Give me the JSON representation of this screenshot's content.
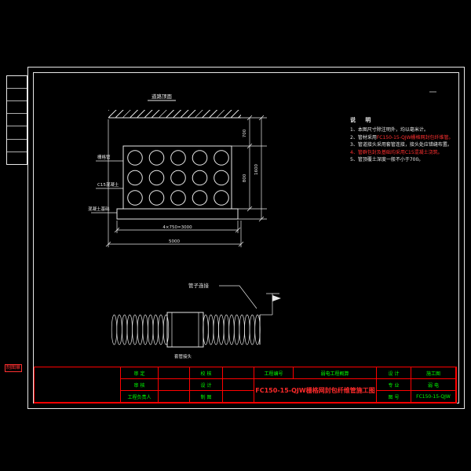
{
  "colors": {
    "background": "#000000",
    "line": "#e8e8e8",
    "red": "#ff2a2a",
    "green": "#00ff00"
  },
  "section_view": {
    "title": "道路顶面",
    "leader_labels": [
      "栅格管",
      "C15混凝土",
      "混凝土基础"
    ],
    "dims": {
      "cover": "700",
      "bank_height": "800",
      "total_height": "1600",
      "base_width": "4×750=3000",
      "trench_width": "5000"
    },
    "pipe_rows": 3,
    "pipe_cols": 5
  },
  "pipe_view": {
    "title": "管子连接",
    "coupler_label": "套管接头"
  },
  "notes": {
    "header": "说 明",
    "items": [
      {
        "a": "1、本图尺寸除注明外，均以毫米计。",
        "b": ""
      },
      {
        "a": "2、管材采用",
        "b": "FC150-15-QJW栅格网封包纤维管。"
      },
      {
        "a": "3、管道接头采用套管连接，接头处应错缝布置。",
        "b": ""
      },
      {
        "a": "",
        "b": "4、管群包封及基础均采用C15混凝土浇筑。"
      },
      {
        "a": "5、管顶覆土深度一般不小于700。",
        "b": ""
      }
    ]
  },
  "title_block": {
    "sign_labels_left": [
      "审 定",
      "审 核",
      "工程负责人"
    ],
    "sign_labels_mid": [
      "校 核",
      "设 计",
      "制 图"
    ],
    "project_label": "工程编号",
    "project_value": "弱电工程概算",
    "main_title": "FC150-15-QJW栅格网封包纤维管施工图",
    "stage_label": "设 计",
    "stage_value": "施工图",
    "major_label": "专 业",
    "major_value": "弱 电",
    "fig_label": "图 号",
    "fig_value": "FC150-15-QJW"
  },
  "stamp": "制图章"
}
